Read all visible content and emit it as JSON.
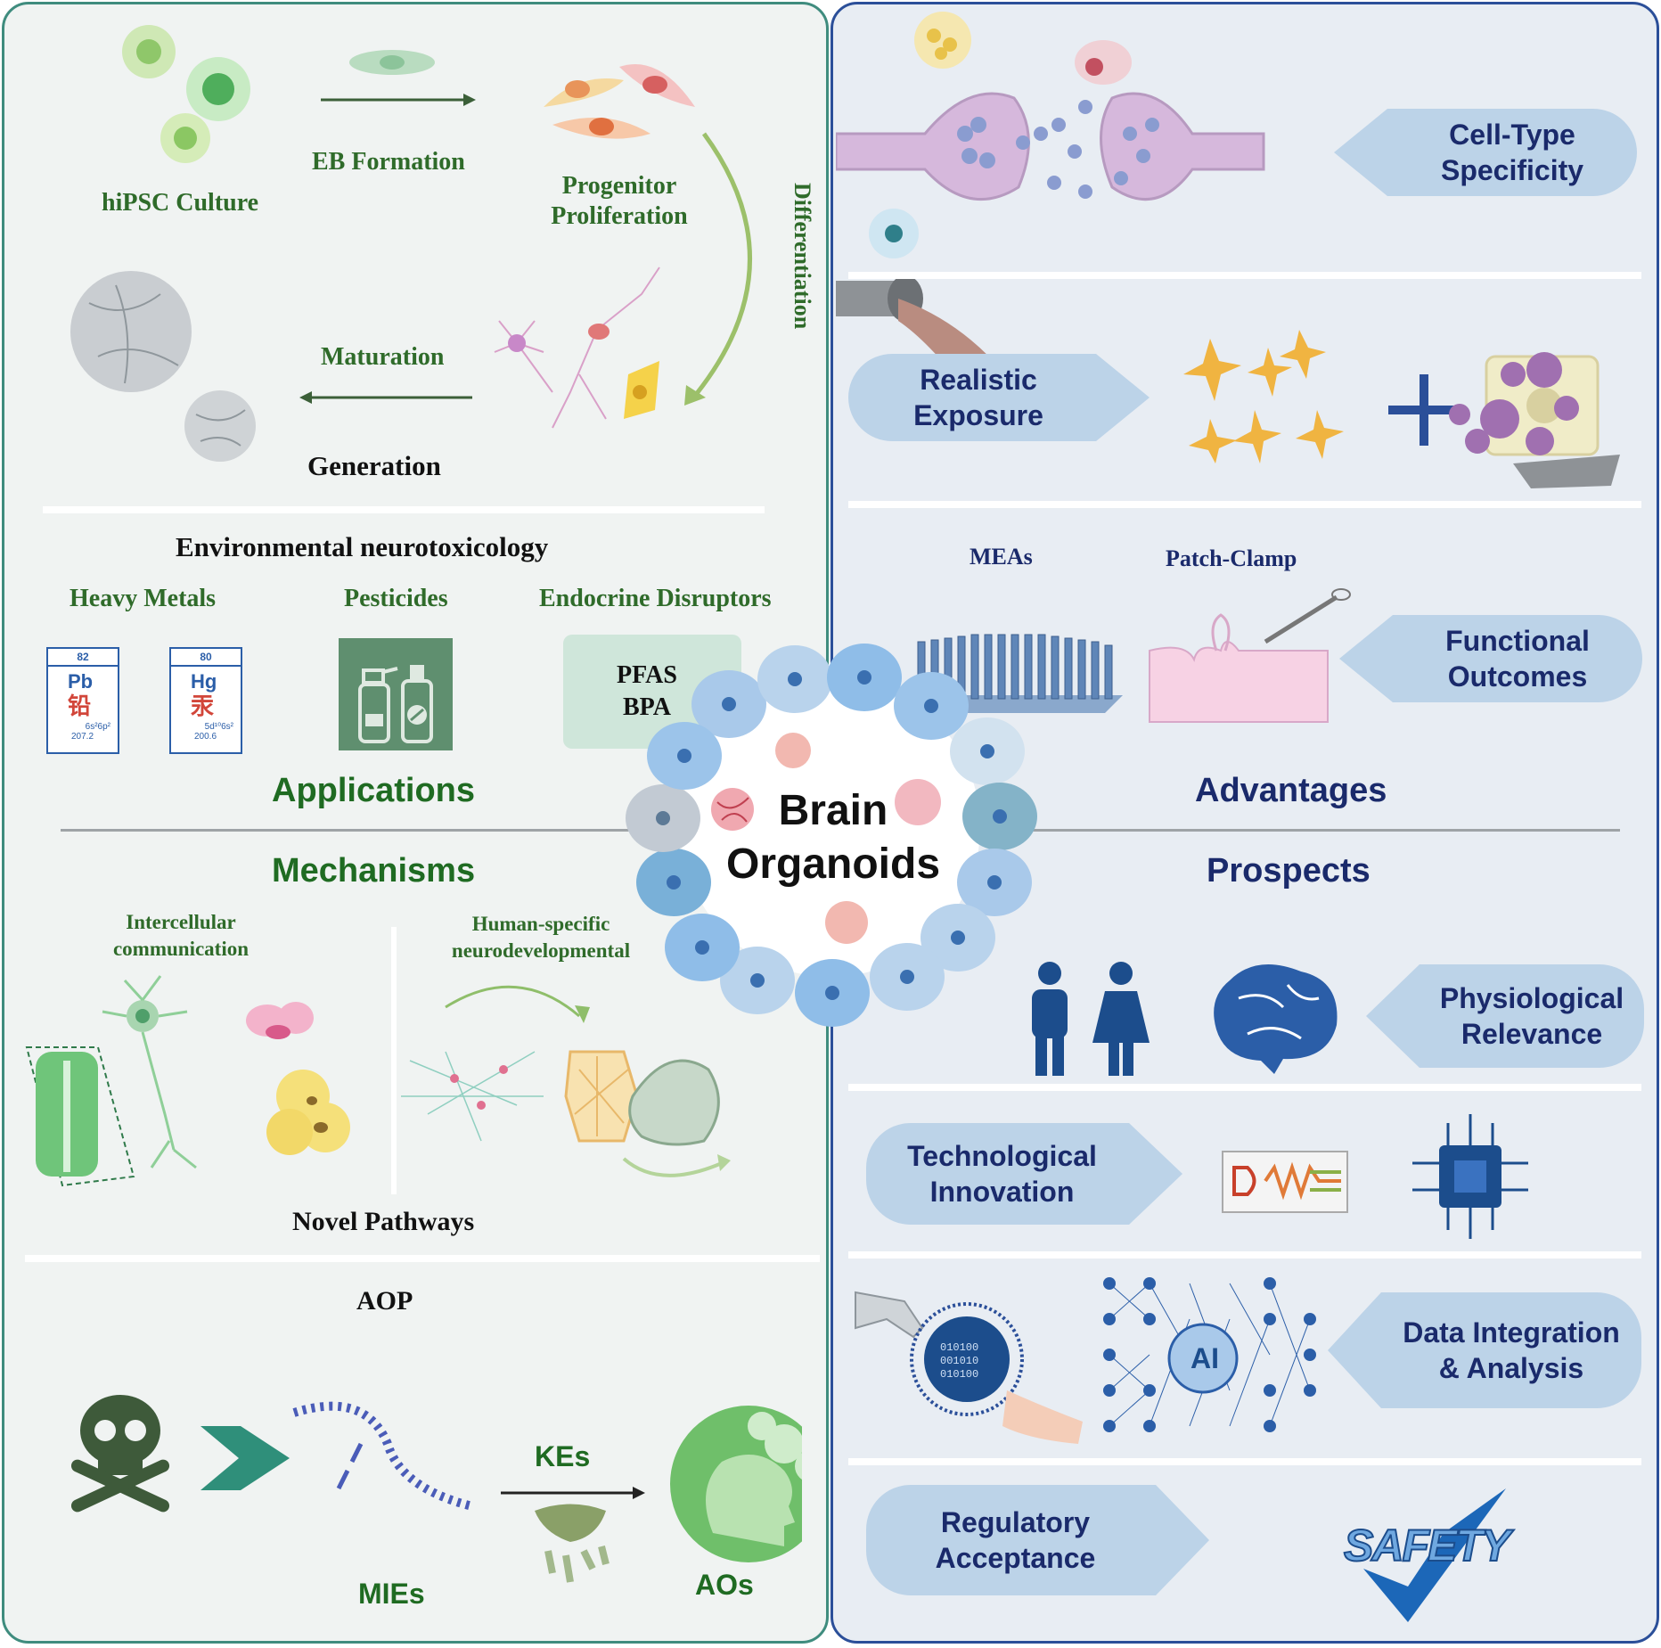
{
  "generation": {
    "hipsc_label": "hiPSC Culture",
    "eb_label": "EB Formation",
    "progenitor_label_line1": "Progenitor",
    "progenitor_label_line2": "Proliferation",
    "differentiation_label": "Differentiation",
    "maturation_label": "Maturation",
    "section_title": "Generation"
  },
  "applications": {
    "subtitle": "Environmental neurotoxicology",
    "heavy_metals": "Heavy Metals",
    "pesticides": "Pesticides",
    "endocrine": "Endocrine Disruptors",
    "pfas": "PFAS",
    "bpa": "BPA",
    "header": "Applications",
    "pb": {
      "number": "82",
      "symbol": "Pb",
      "chinese": "铅",
      "config": "6s²6p²",
      "mass": "207.2"
    },
    "hg": {
      "number": "80",
      "symbol": "Hg",
      "chinese": "汞",
      "config": "5d¹⁰6s²",
      "mass": "200.6"
    }
  },
  "mechanisms": {
    "header": "Mechanisms",
    "intercellular_line1": "Intercellular",
    "intercellular_line2": "communication",
    "human_specific_line1": "Human-specific",
    "human_specific_line2": "neurodevelopmental",
    "novel_pathways": "Novel Pathways",
    "aop": "AOP",
    "mies": "MIEs",
    "kes": "KEs",
    "aos": "AOs"
  },
  "center": {
    "title_line1": "Brain",
    "title_line2": "Organoids"
  },
  "advantages": {
    "cell_type_line1": "Cell-Type",
    "cell_type_line2": "Specificity",
    "realistic_exposure": "Realistic Exposure",
    "meas": "MEAs",
    "patch_clamp": "Patch-Clamp",
    "functional_line1": "Functional",
    "functional_line2": "Outcomes",
    "header": "Advantages"
  },
  "prospects": {
    "header": "Prospects",
    "physio_line1": "Physiological",
    "physio_line2": "Relevance",
    "tech_line1": "Technological",
    "tech_line2": "Innovation",
    "data_line1": "Data Integration",
    "data_line2": "& Analysis",
    "ai": "AI",
    "reg_line1": "Regulatory",
    "reg_line2": "Acceptance",
    "safety": "SAFETY"
  },
  "colors": {
    "left_border": "#3f8c7e",
    "right_border": "#2b4f99",
    "green_text": "#2f6b2a",
    "navy_text": "#1a2a6b",
    "tag_fill": "#bcd3e8"
  }
}
